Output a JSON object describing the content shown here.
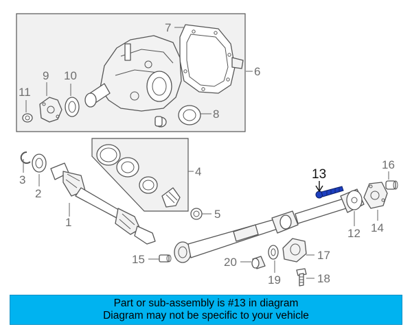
{
  "callouts": {
    "c1": "1",
    "c2": "2",
    "c3": "3",
    "c4": "4",
    "c5": "5",
    "c6": "6",
    "c7": "7",
    "c8": "8",
    "c9": "9",
    "c10": "10",
    "c11": "11",
    "c12": "12",
    "c13": "13",
    "c14": "14",
    "c15": "15",
    "c16": "16",
    "c17": "17",
    "c18": "18",
    "c19": "19",
    "c20": "20"
  },
  "highlight_callout": "13",
  "colors": {
    "banner": "#00b3f0",
    "highlight_part": "#1d3fbf",
    "line": "#555555"
  },
  "banner": {
    "line1": "Part or sub-assembly is #13 in diagram",
    "line2": "Diagram may not be specific to your vehicle"
  }
}
